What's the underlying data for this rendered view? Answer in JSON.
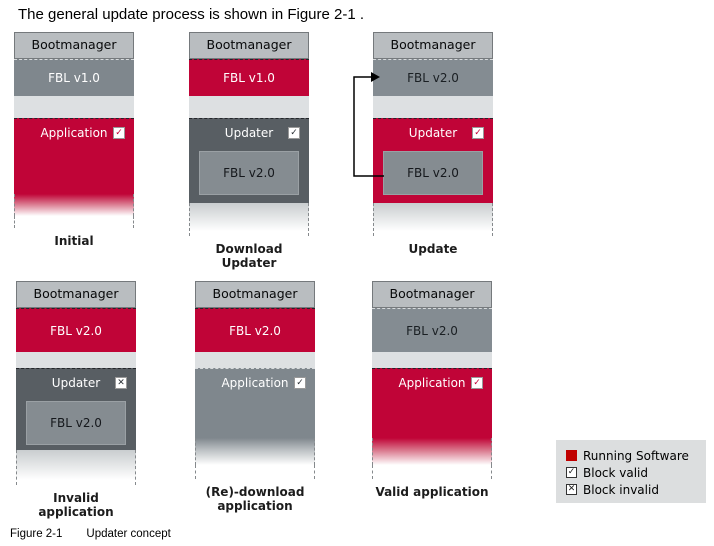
{
  "title": "The general update process is shown in Figure 2-1 .",
  "icons": {
    "check": "✓",
    "cross": "✕"
  },
  "colors": {
    "running_red": "#c00437",
    "legend_red": "#c00000",
    "bootmanager_gray": "#b9bdc0",
    "fbl_gray": "#7f878d",
    "updater_charcoal": "#585e63",
    "gap_gray": "#dde0e2",
    "legend_bg": "#dcdedf"
  },
  "diagrams": [
    {
      "bootmanager": "Bootmanager",
      "fbl": "FBL v1.0",
      "main": "Application",
      "check_state": "valid",
      "check_glyph": "✓",
      "caption_lines": [
        "Initial"
      ]
    },
    {
      "bootmanager": "Bootmanager",
      "fbl": "FBL v1.0",
      "main": "Updater",
      "check_state": "valid",
      "check_glyph": "✓",
      "inner": "FBL v2.0",
      "caption_lines": [
        "Download",
        "Updater"
      ]
    },
    {
      "bootmanager": "Bootmanager",
      "fbl": "FBL v2.0",
      "main": "Updater",
      "check_state": "valid",
      "check_glyph": "✓",
      "inner": "FBL v2.0",
      "caption_lines": [
        "Update"
      ]
    },
    {
      "bootmanager": "Bootmanager",
      "fbl": "FBL v2.0",
      "main": "Updater",
      "check_state": "invalid",
      "check_glyph": "✕",
      "inner": "FBL v2.0",
      "caption_lines": [
        "Invalid",
        "application"
      ]
    },
    {
      "bootmanager": "Bootmanager",
      "fbl": "FBL v2.0",
      "main": "Application",
      "check_state": "valid",
      "check_glyph": "✓",
      "caption_lines": [
        "(Re)-download",
        "application"
      ]
    },
    {
      "bootmanager": "Bootmanager",
      "fbl": "FBL v2.0",
      "main": "Application",
      "check_state": "valid",
      "check_glyph": "✓",
      "caption_lines": [
        "Valid application"
      ]
    }
  ],
  "legend": {
    "items": [
      {
        "label": "Running Software"
      },
      {
        "label": "Block valid"
      },
      {
        "label": "Block invalid"
      }
    ]
  },
  "figure_caption": {
    "number": "Figure 2-1",
    "text": "Updater concept"
  }
}
